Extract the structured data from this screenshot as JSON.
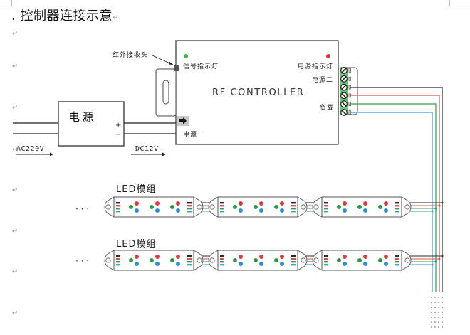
{
  "document": {
    "title": ". 控制器连接示意",
    "paragraph_mark": "↵"
  },
  "diagram": {
    "power_supply": {
      "label": "电源",
      "plus": "+",
      "minus": "−",
      "input_label": "AC220V",
      "output_label": "DC12V"
    },
    "controller": {
      "name": "RF CONTROLLER",
      "ir_receiver_label": "红外接收头",
      "signal_led_label": "信号指示灯",
      "power_led_label": "电源指示灯",
      "power_in_1_label": "电源一",
      "power_in_2_label": "电源二",
      "load_label": "负载",
      "terminal_count": 6
    },
    "led_groups": [
      {
        "label": "LED模组",
        "ellipsis": "· · ·",
        "modules": 3
      },
      {
        "label": "LED模组",
        "ellipsis": "· · ·",
        "modules": 3
      }
    ],
    "colors": {
      "wire_black": "#2a2a2a",
      "wire_red": "#d9534f",
      "wire_green": "#3a9a4a",
      "wire_blue": "#3a9ad9",
      "terminal_green": "#6cc27a",
      "led_red": "#e03a3a",
      "led_green": "#2e9a46",
      "led_blue": "#2a8ee0",
      "signal_led": "#44b05a",
      "power_led": "#e03030"
    }
  }
}
